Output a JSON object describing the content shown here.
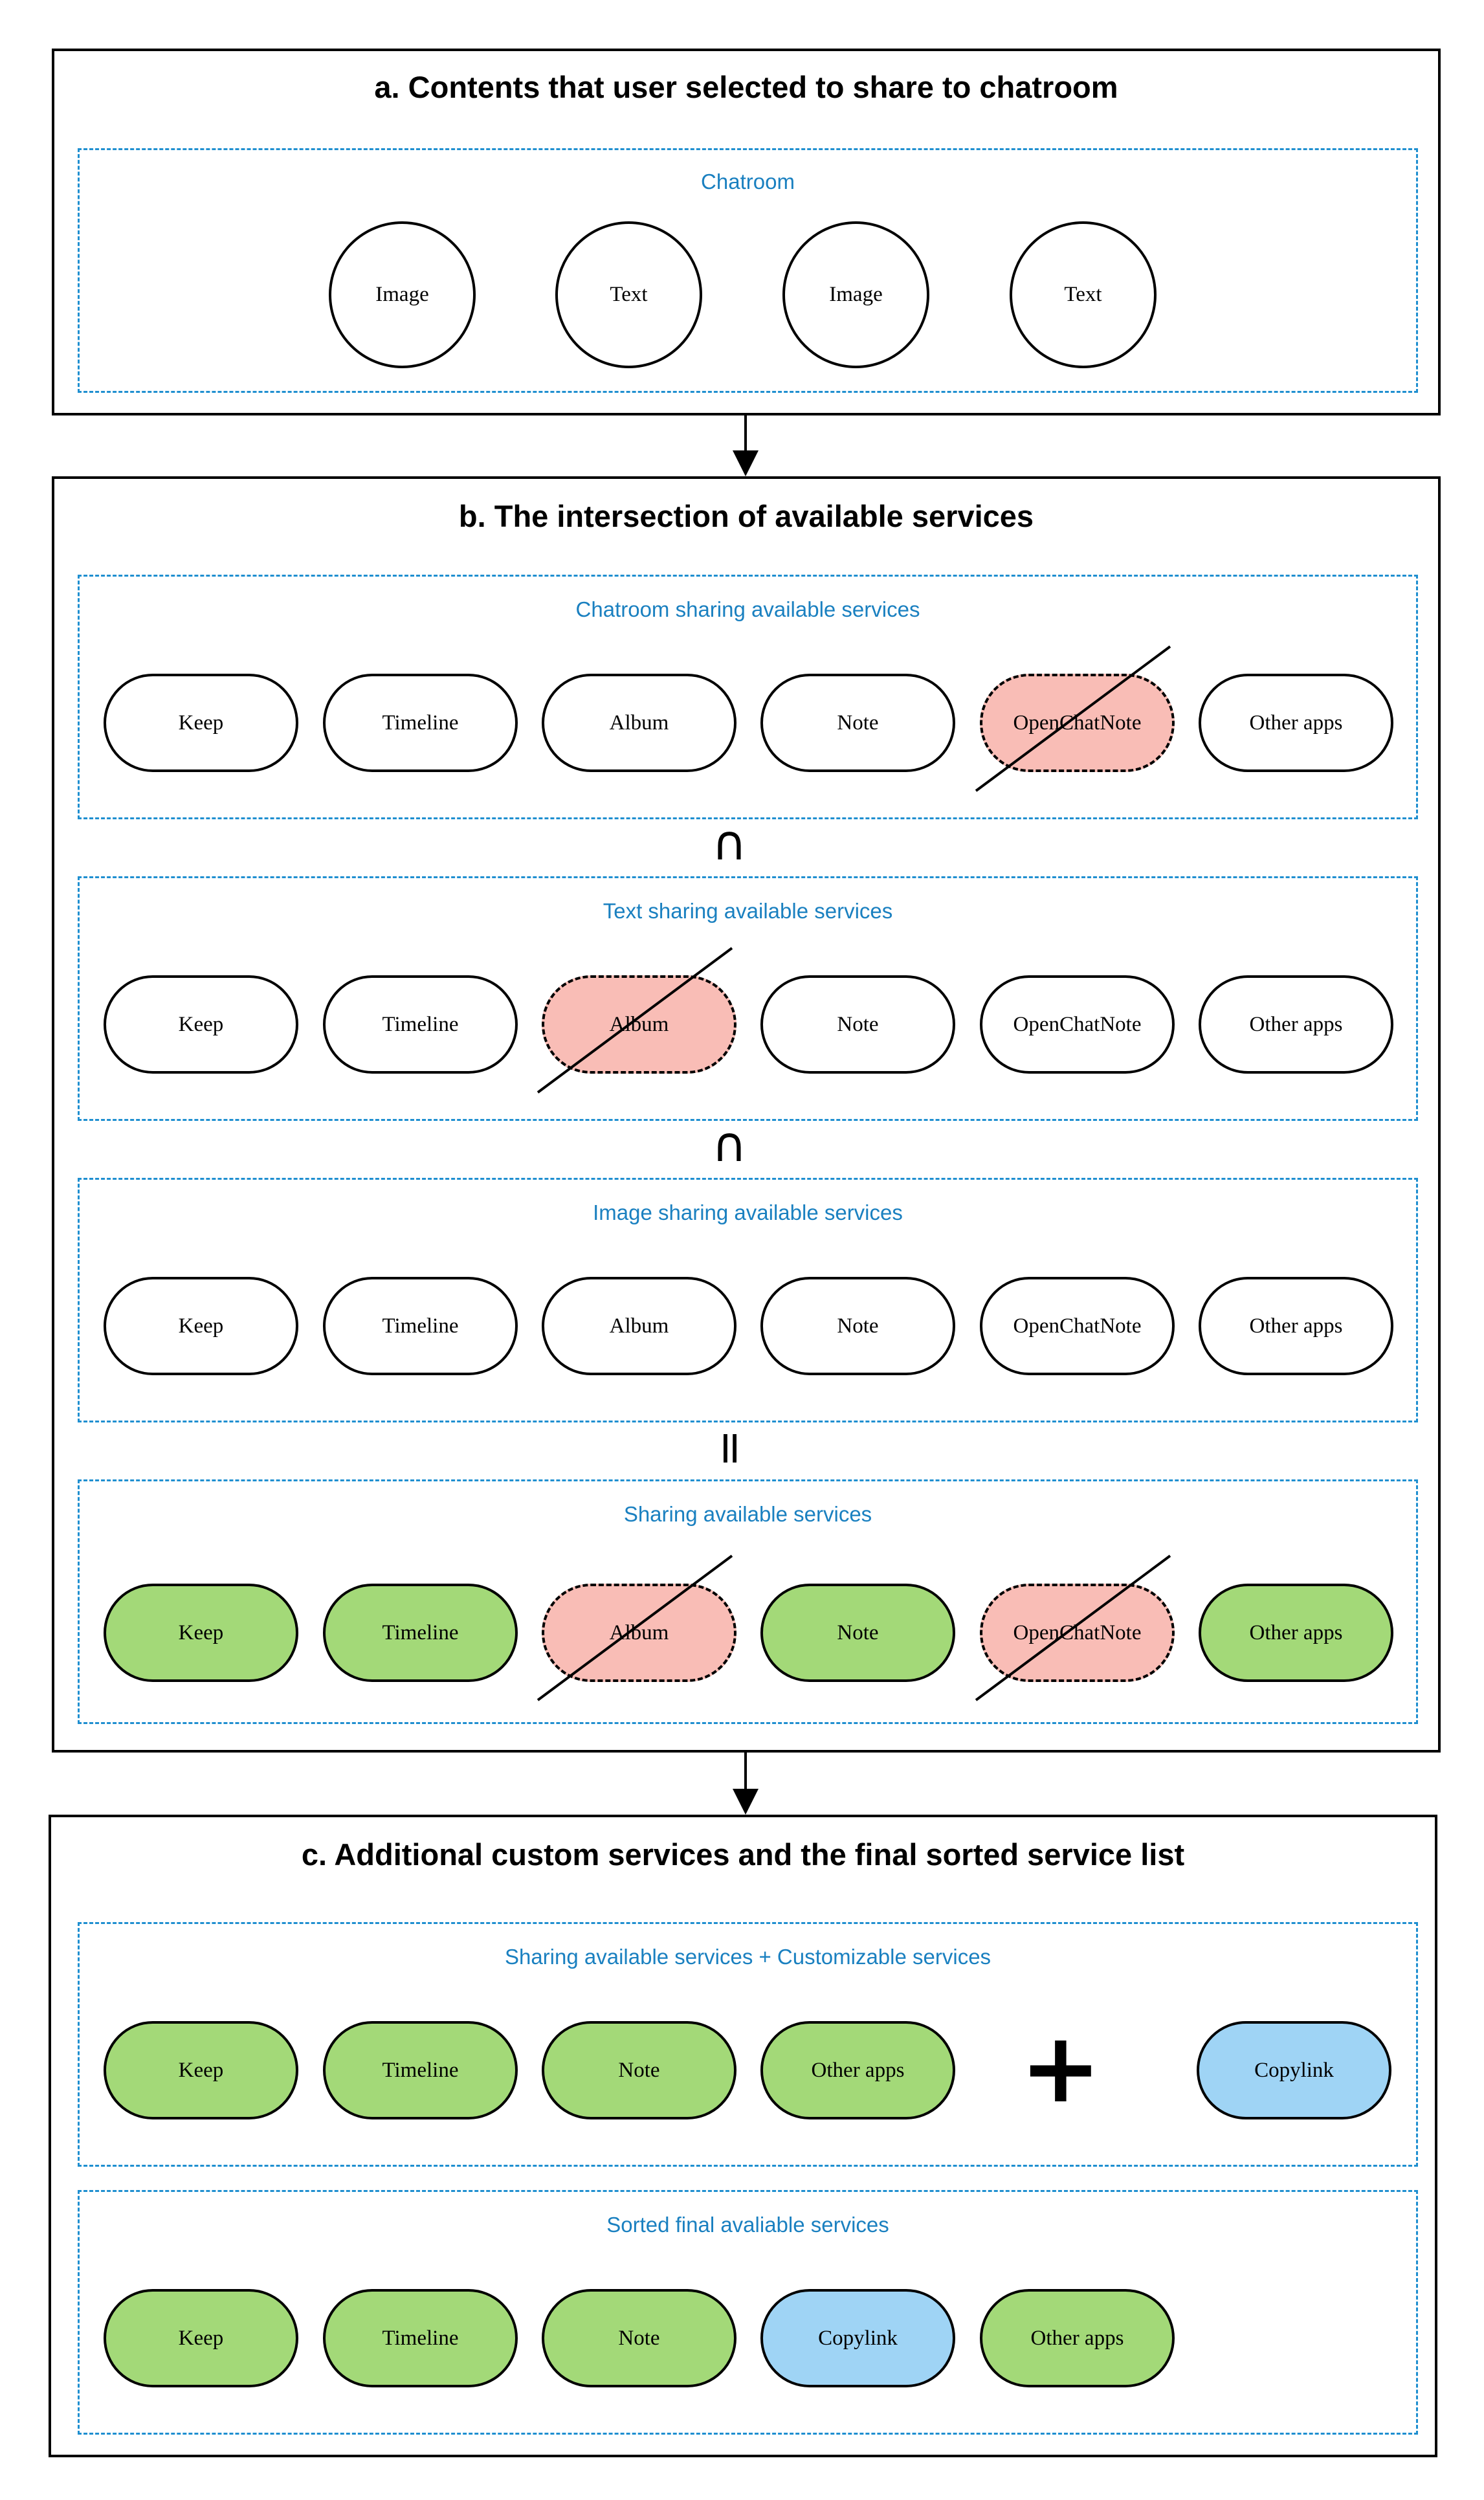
{
  "panel_a": {
    "title": "a. Contents that user selected to share to chatroom",
    "group_label": "Chatroom",
    "items": [
      "Image",
      "Text",
      "Image",
      "Text"
    ]
  },
  "panel_b": {
    "title": "b. The intersection of available services",
    "groups": [
      {
        "label": "Chatroom sharing available services",
        "items": [
          "Keep",
          "Timeline",
          "Album",
          "Note",
          "OpenChatNote",
          "Other apps"
        ],
        "states": [
          "none",
          "none",
          "none",
          "none",
          "excluded",
          "none"
        ]
      },
      {
        "label": "Text sharing available services",
        "items": [
          "Keep",
          "Timeline",
          "Album",
          "Note",
          "OpenChatNote",
          "Other apps"
        ],
        "states": [
          "none",
          "none",
          "excluded",
          "none",
          "none",
          "none"
        ]
      },
      {
        "label": "Image sharing available services",
        "items": [
          "Keep",
          "Timeline",
          "Album",
          "Note",
          "OpenChatNote",
          "Other apps"
        ],
        "states": [
          "none",
          "none",
          "none",
          "none",
          "none",
          "none"
        ]
      },
      {
        "label": "Sharing available services",
        "items": [
          "Keep",
          "Timeline",
          "Album",
          "Note",
          "OpenChatNote",
          "Other apps"
        ],
        "states": [
          "available",
          "available",
          "excluded",
          "available",
          "excluded",
          "available"
        ]
      }
    ],
    "operators": [
      "∩",
      "∩",
      "="
    ]
  },
  "panel_c": {
    "title": "c. Additional custom services and the final sorted service list",
    "groups": [
      {
        "label": "Sharing available services + Customizable services",
        "items": [
          "Keep",
          "Timeline",
          "Note",
          "Other apps"
        ],
        "states": [
          "available",
          "available",
          "available",
          "available"
        ],
        "operator": "+",
        "custom_items": [
          "Copylink"
        ],
        "custom_states": [
          "custom"
        ]
      },
      {
        "label": "Sorted final avaliable services",
        "items": [
          "Keep",
          "Timeline",
          "Note",
          "Copylink",
          "Other apps"
        ],
        "states": [
          "available",
          "available",
          "available",
          "custom",
          "available"
        ]
      }
    ]
  },
  "colors": {
    "available": "#a3d978",
    "custom": "#9fd4f5",
    "excluded": "#f9bdb6",
    "group_border": "#1f8fd0",
    "group_label": "#1a80c0"
  }
}
